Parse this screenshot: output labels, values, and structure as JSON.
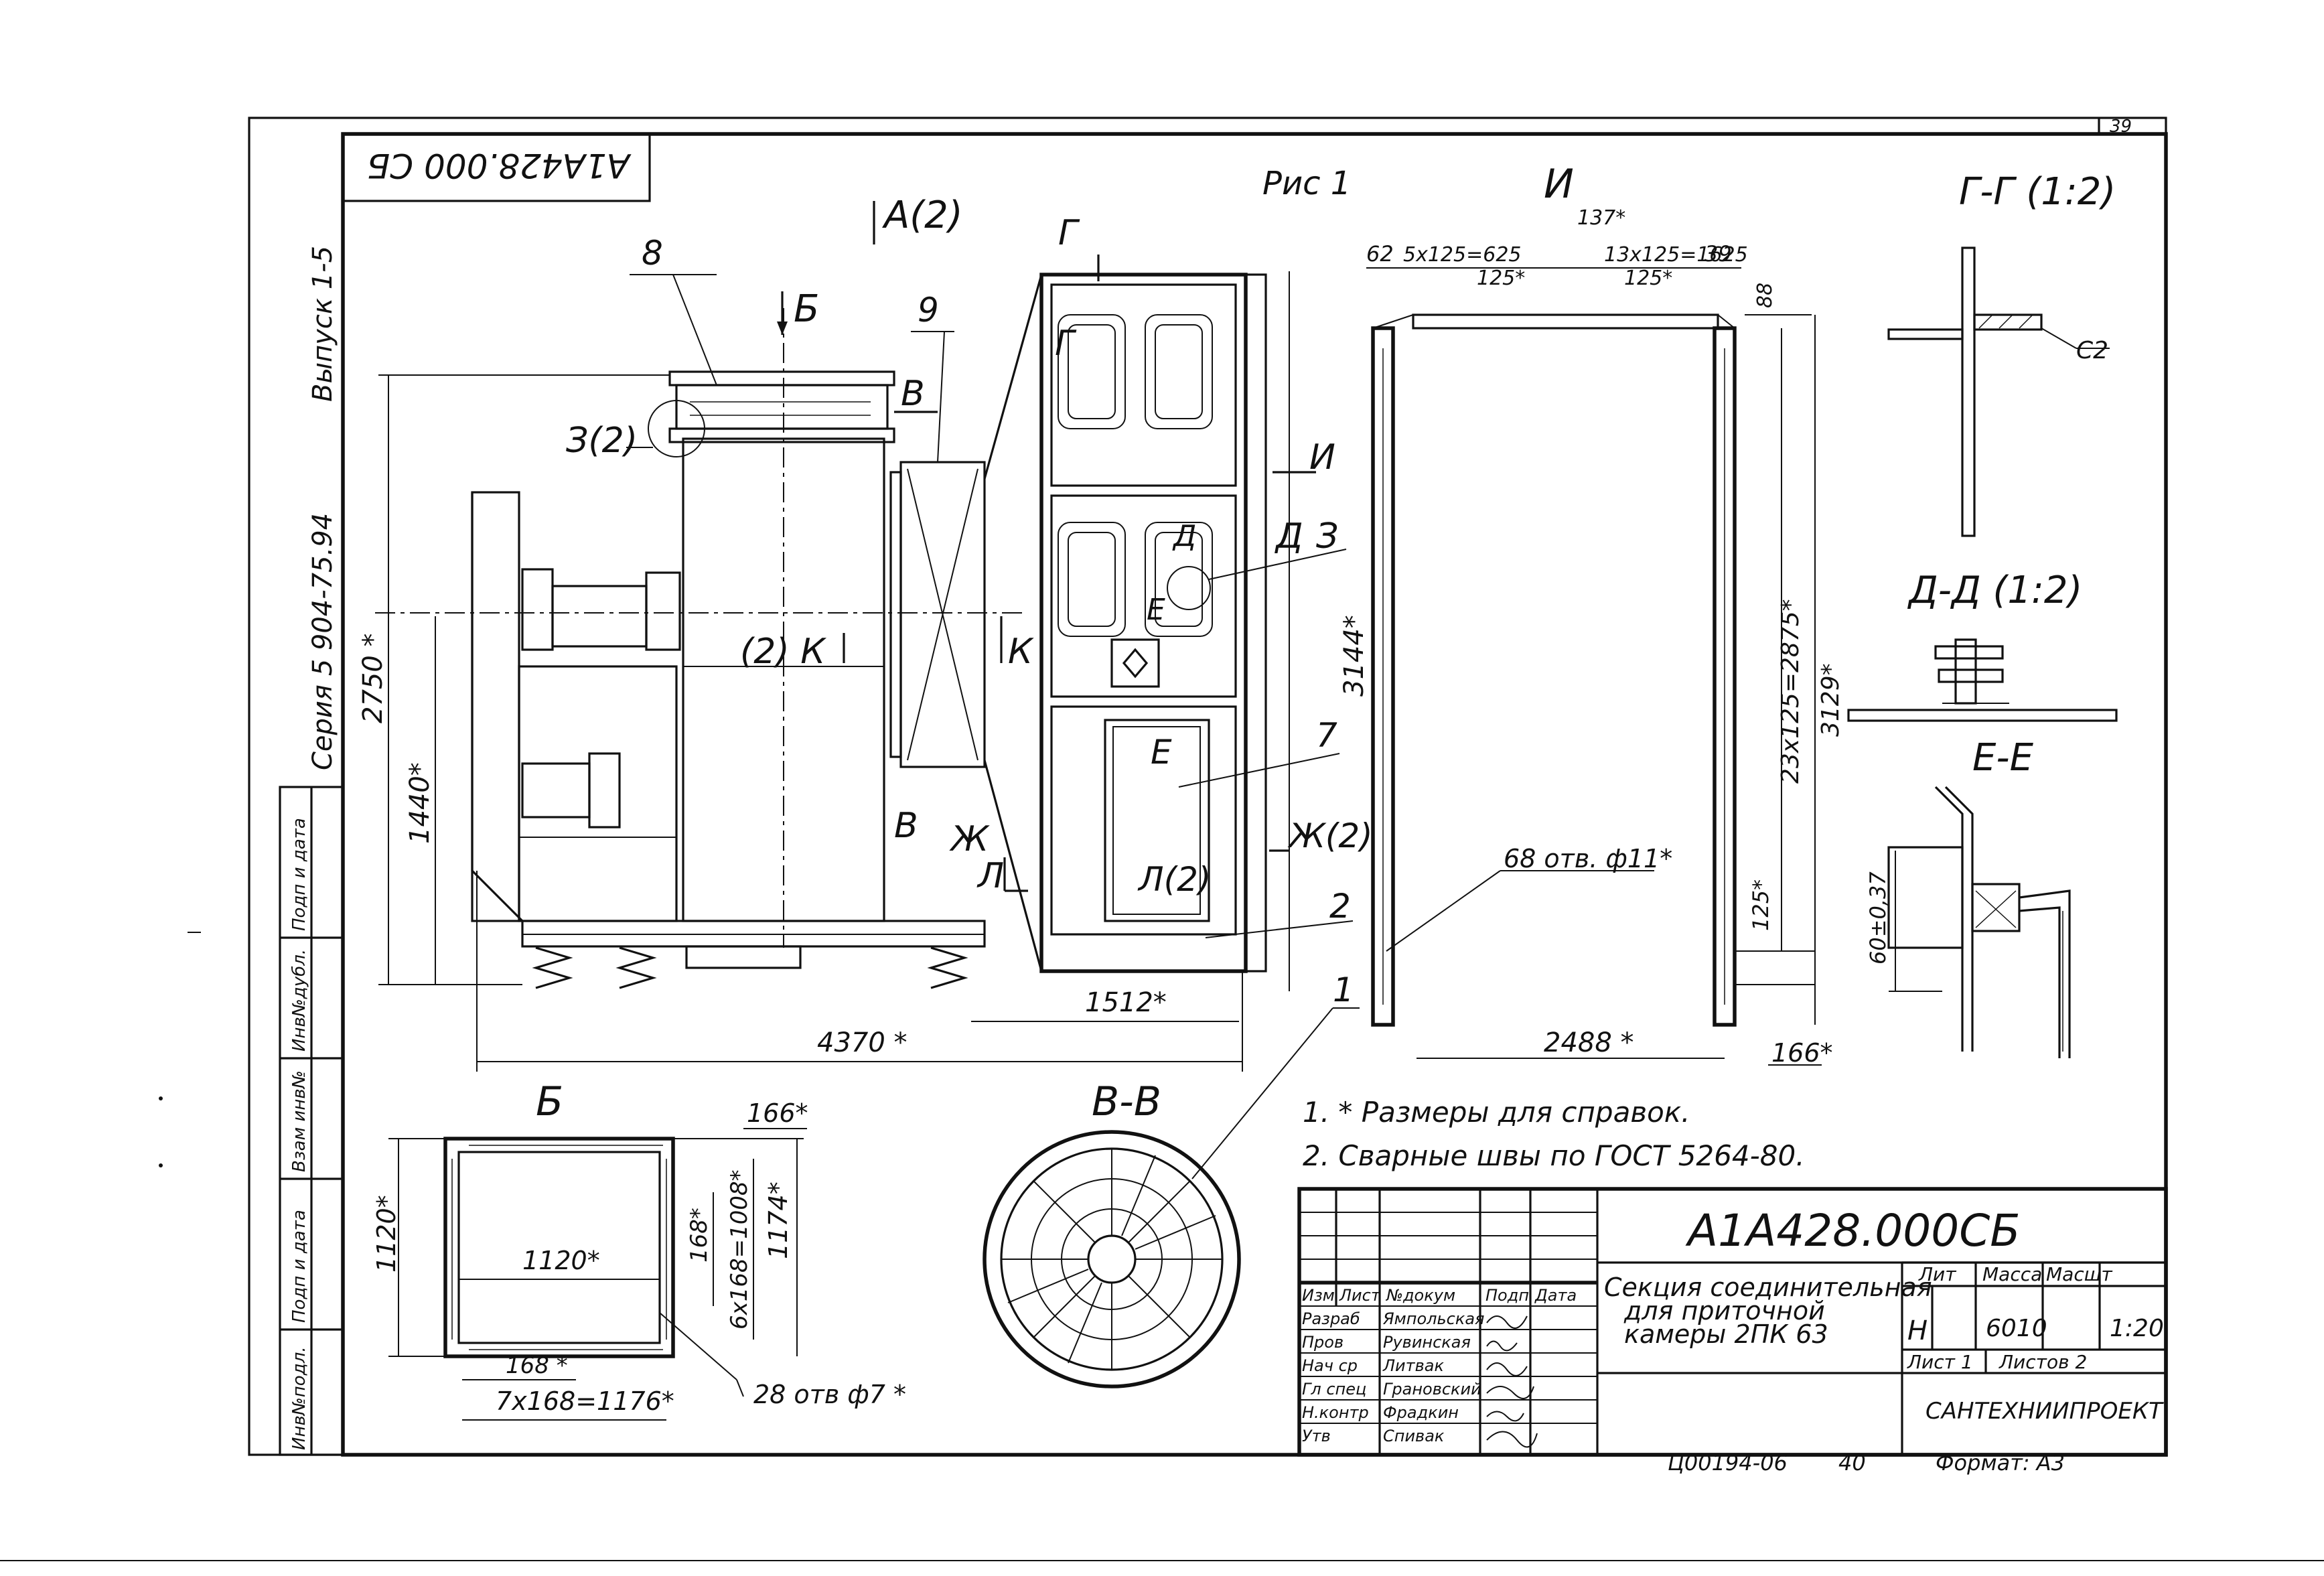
{
  "sheet": {
    "sheet_number": "39",
    "document_code_rotated": "А1А428.000 СБ",
    "issue": "Выпуск 1-5",
    "series": "Серия 5 904-75.94",
    "figure": "Рис 1"
  },
  "side_stamp": [
    "Инв№подл.",
    "Подп и дата",
    "Взам инв№",
    "Инв№дубл.",
    "Подп и дата"
  ],
  "view_labels": {
    "a": "А(2)",
    "b": "Б",
    "v": "В",
    "g": "Г",
    "d": "Д",
    "e": "Е",
    "zh": "Ж",
    "zh2": "Ж(2)",
    "k": "К",
    "k2": "(2) К",
    "l": "Л",
    "l2": "Л(2)",
    "i": "И",
    "z": "З",
    "z2": "З(2)"
  },
  "main_view": {
    "pos_8": "8",
    "pos_9": "9",
    "pos_7": "7",
    "pos_2": "2",
    "pos_1": "1",
    "dim_2750": "2750 *",
    "dim_1440": "1440*",
    "dim_3144": "3144*",
    "dim_1512": "1512*",
    "dim_4370": "4370 *"
  },
  "view_i": {
    "title": "И",
    "dim_62": "62",
    "dim_5x125": "5x125=625",
    "dim_137": "137*",
    "dim_13x125": "13x125=1625",
    "dim_39": "39",
    "dim_125a": "125*",
    "dim_125b": "125*",
    "dim_88": "88",
    "dim_23x125": "23x125=2875*",
    "dim_3129": "3129*",
    "dim_125c": "125*",
    "holes": "68 отв. ф11*",
    "dim_2488": "2488 *",
    "dim_166": "166*"
  },
  "section_gg": {
    "title": "Г-Г (1:2)",
    "weld": "С2"
  },
  "section_dd": {
    "title": "Д-Д (1:2)"
  },
  "section_ee": {
    "title": "Е-Е",
    "dim": "60±0,37"
  },
  "view_b": {
    "title": "Б",
    "dim_166": "166*",
    "dim_1120v": "1120*",
    "dim_1120h": "1120*",
    "dim_168v": "168*",
    "dim_6x168": "6x168=1008*",
    "dim_1174": "1174*",
    "dim_168h": "168 *",
    "dim_7x168": "7x168=1176*",
    "holes": "28 отв ф7 *"
  },
  "section_vv": {
    "title": "В-В"
  },
  "notes": [
    "1. * Размеры для справок.",
    "2. Сварные швы по ГОСТ 5264-80."
  ],
  "title_block": {
    "designation": "А1А428.000СБ",
    "name_lines": [
      "Секция соединительная",
      "для приточной",
      "камеры 2ПК 63"
    ],
    "headers": [
      "Изм",
      "Лист",
      "№докум",
      "Подп",
      "Дата"
    ],
    "roles": [
      {
        "role": "Разраб",
        "name": "Ямпольская"
      },
      {
        "role": "Пров",
        "name": "Рувинская"
      },
      {
        "role": "Нач ср",
        "name": "Литвак"
      },
      {
        "role": "Гл спец",
        "name": "Грановский"
      },
      {
        "role": "Н.контр",
        "name": "Фрадкин"
      },
      {
        "role": "Утв",
        "name": "Спивак"
      }
    ],
    "lit_label": "Лит",
    "mass_label": "Масса",
    "scale_label": "Масшт",
    "lit": "Н",
    "mass": "6010",
    "scale": "1:20",
    "sheet_label": "Лист 1",
    "sheets_label": "Листов 2",
    "organization": "САНТЕХНИИПРОЕКТ"
  },
  "footer": {
    "code": "Ц00194-06",
    "page": "40",
    "format": "Формат: А3"
  }
}
